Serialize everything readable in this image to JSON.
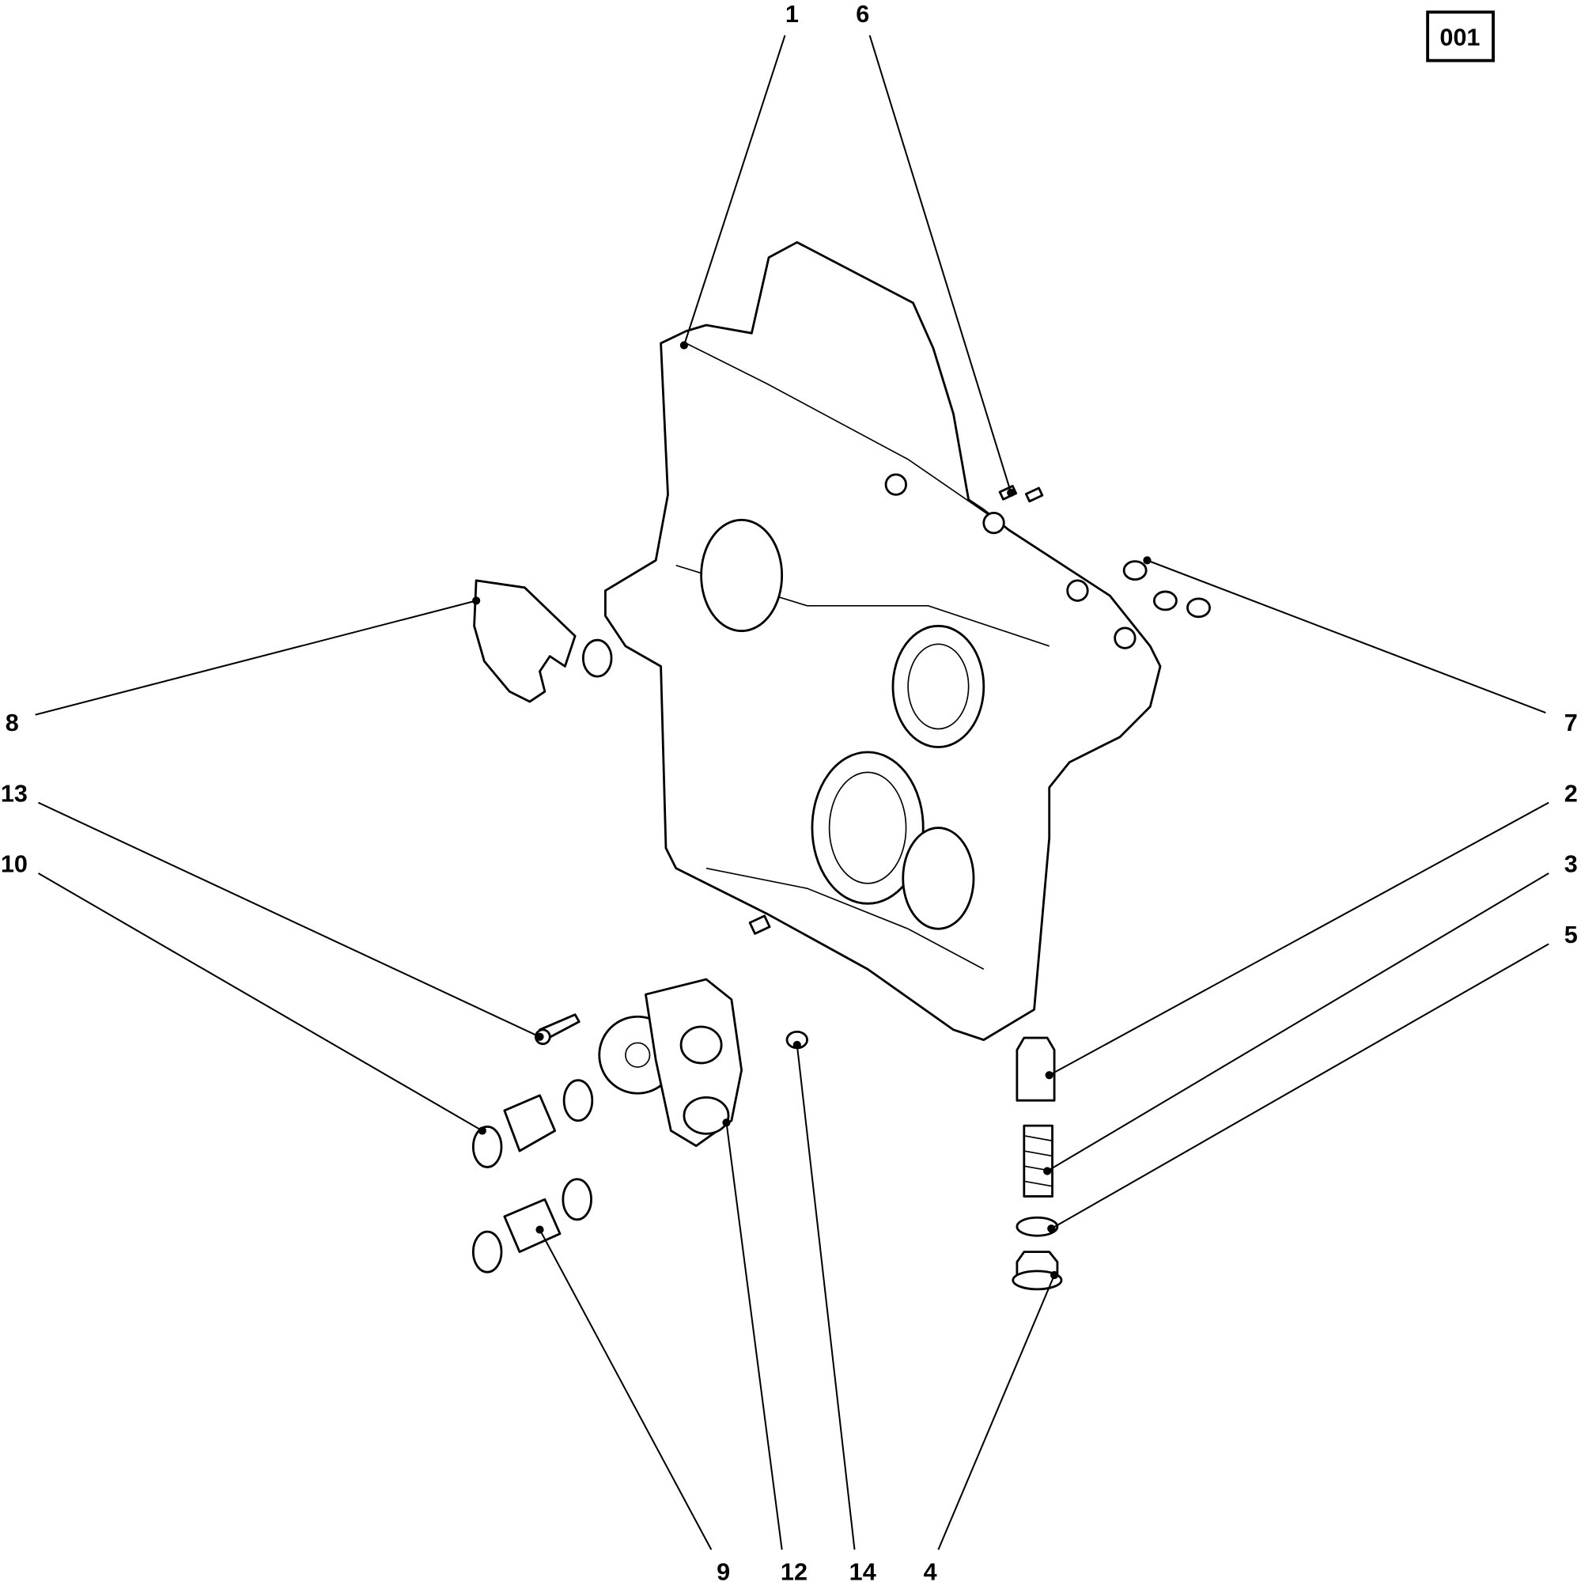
{
  "diagram": {
    "page_code": "001",
    "callouts": [
      {
        "id": "1",
        "label": "1"
      },
      {
        "id": "6",
        "label": "6"
      },
      {
        "id": "8",
        "label": "8"
      },
      {
        "id": "7",
        "label": "7"
      },
      {
        "id": "13",
        "label": "13"
      },
      {
        "id": "10",
        "label": "10"
      },
      {
        "id": "2",
        "label": "2"
      },
      {
        "id": "3",
        "label": "3"
      },
      {
        "id": "5",
        "label": "5"
      },
      {
        "id": "9",
        "label": "9"
      },
      {
        "id": "12",
        "label": "12"
      },
      {
        "id": "14",
        "label": "14"
      },
      {
        "id": "4",
        "label": "4"
      }
    ]
  }
}
